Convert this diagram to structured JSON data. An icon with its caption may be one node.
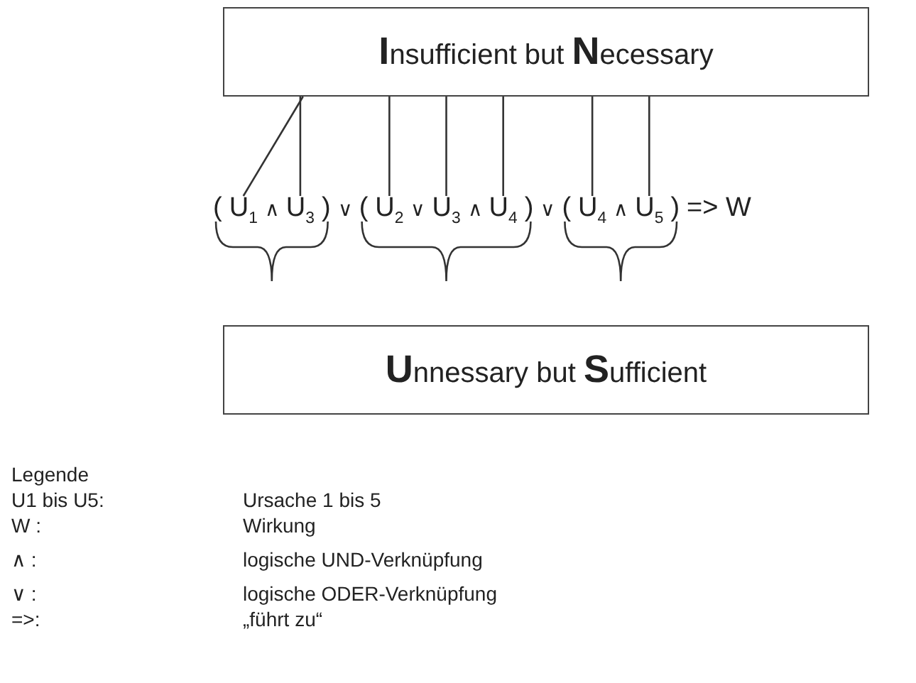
{
  "diagram": {
    "nodes": [
      {
        "text": [
          "**I**nsufficient but **N**ecessary"
        ]
      },
      {
        "text": [
          "**U**nnessary but **S**ufficient"
        ]
      },
      {
        "text": [
          "U$_{1}$"
        ]
      },
      {
        "text": [
          "U$_{3}$"
        ]
      },
      {
        "text": [
          "U$_{2}$"
        ]
      },
      {
        "text": [
          "U$_{3}$"
        ]
      },
      {
        "text": [
          "U$_{4}$"
        ]
      },
      {
        "text": [
          "U$_{4}$"
        ]
      },
      {
        "text": [
          "U$_{5}$"
        ]
      }
    ],
    "edges": [
      {
        "from": 0,
        "to": 2,
        "arrow": "none"
      },
      {
        "from": 0,
        "to": 3,
        "arrow": "none"
      },
      {
        "from": 0,
        "to": 4,
        "arrow": "none"
      },
      {
        "from": 0,
        "to": 5,
        "arrow": "none"
      },
      {
        "from": 0,
        "to": 6,
        "arrow": "none"
      },
      {
        "from": 0,
        "to": 7,
        "arrow": "none"
      },
      {
        "from": 0,
        "to": 8,
        "arrow": "none"
      }
    ],
    "labels": [
      "(",
      "∧",
      ")",
      "∨",
      "(",
      "∨",
      "∧",
      ")",
      "∨",
      "(",
      "∧",
      ")",
      "=> W",
      "Legende",
      "U1 bis U5:",
      "Ursache 1 bis 5",
      "W :",
      "Wirkung",
      "∧ :",
      "logische UND-Verknüpfung",
      "∨ :",
      "logische ODER-Verknüpfung",
      "=>:",
      "„führt zu“"
    ]
  }
}
